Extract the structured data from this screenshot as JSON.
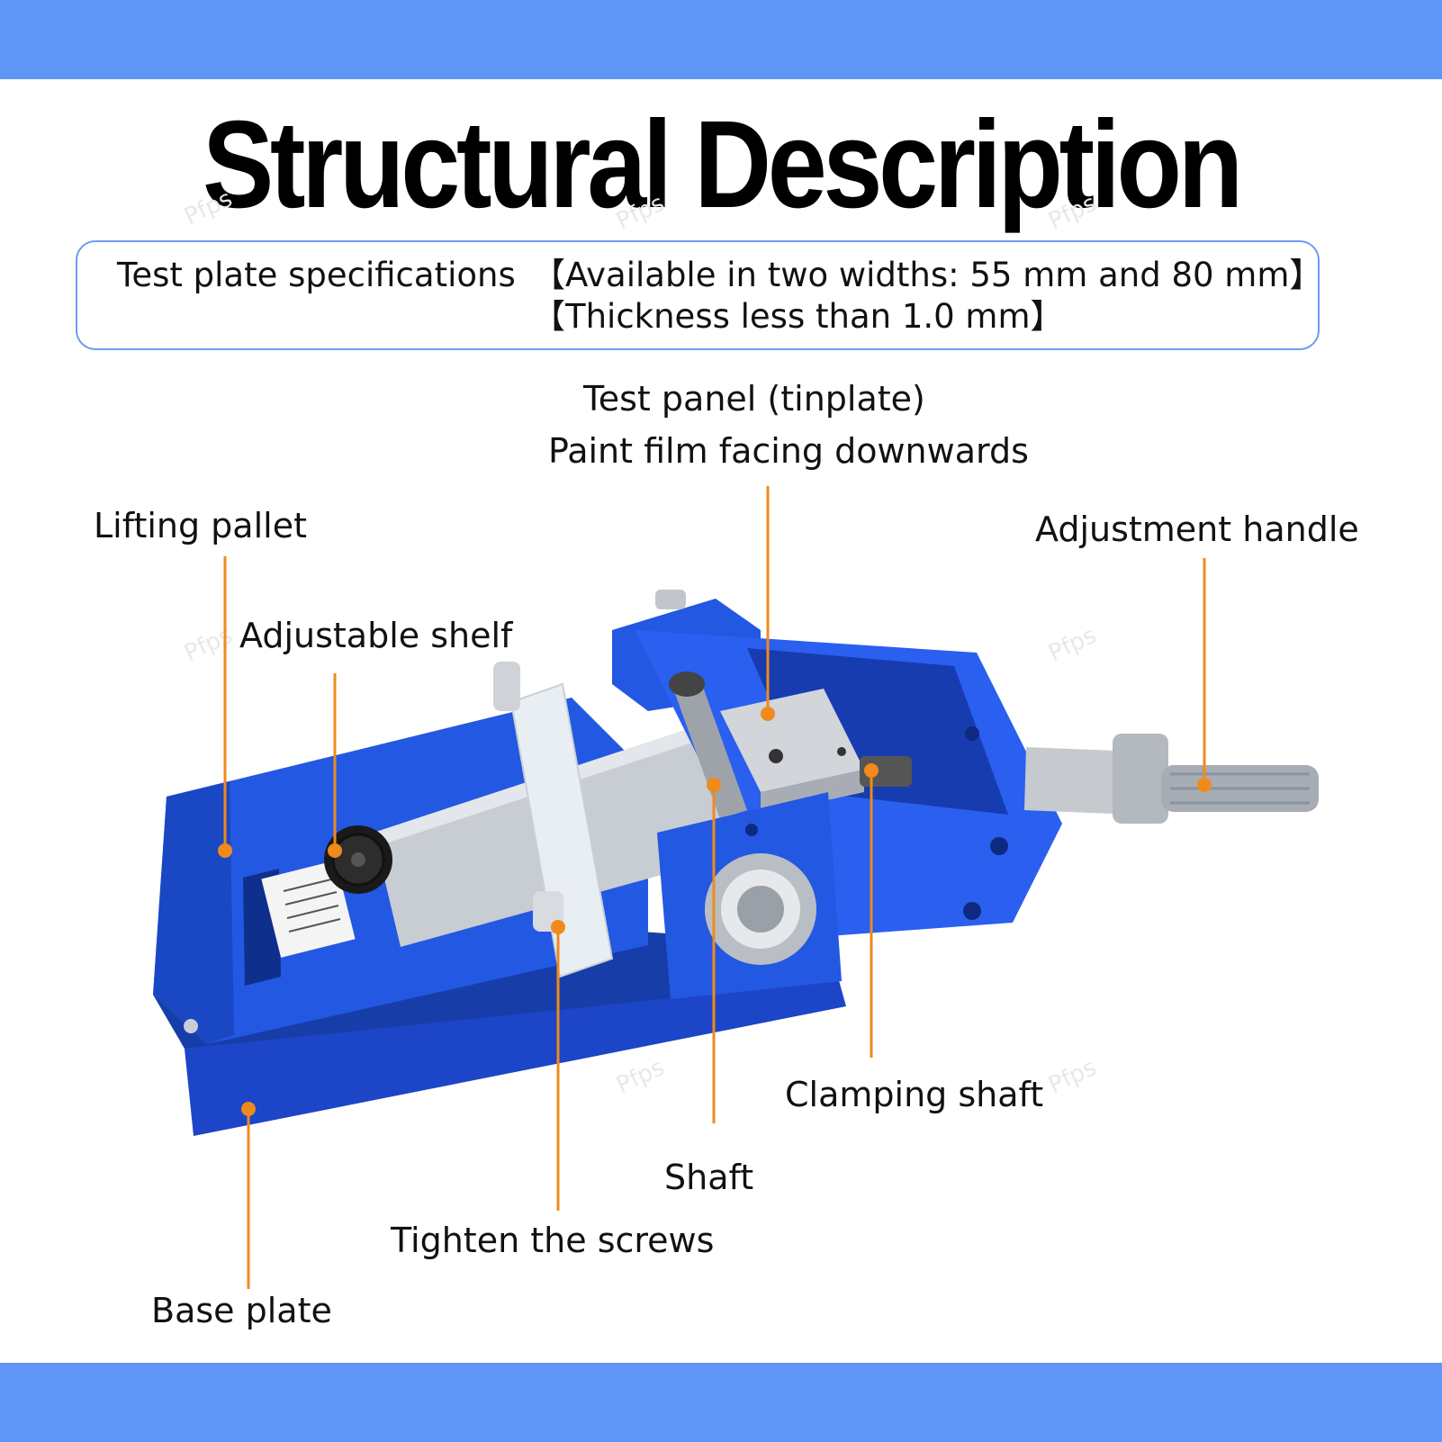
{
  "header": {
    "title": "Structural Description"
  },
  "spec": {
    "label": "Test plate specifications",
    "line1": "【Available in two widths: 55 mm and 80 mm】",
    "line2": "【Thickness less than 1.0 mm】"
  },
  "callouts": {
    "test_panel_line1": "Test panel (tinplate)",
    "test_panel_line2": "Paint film facing downwards",
    "lifting_pallet": "Lifting pallet",
    "adjustable_shelf": "Adjustable shelf",
    "adjustment_handle": "Adjustment handle",
    "clamping_shaft": "Clamping shaft",
    "shaft": "Shaft",
    "tighten_screws": "Tighten the screws",
    "base_plate": "Base plate"
  },
  "watermark": "Pfps",
  "colors": {
    "band": "#5f95f4",
    "device_blue": "#1f4fd8",
    "callout_orange": "#f08a1c",
    "spec_border": "#6e9af2"
  }
}
